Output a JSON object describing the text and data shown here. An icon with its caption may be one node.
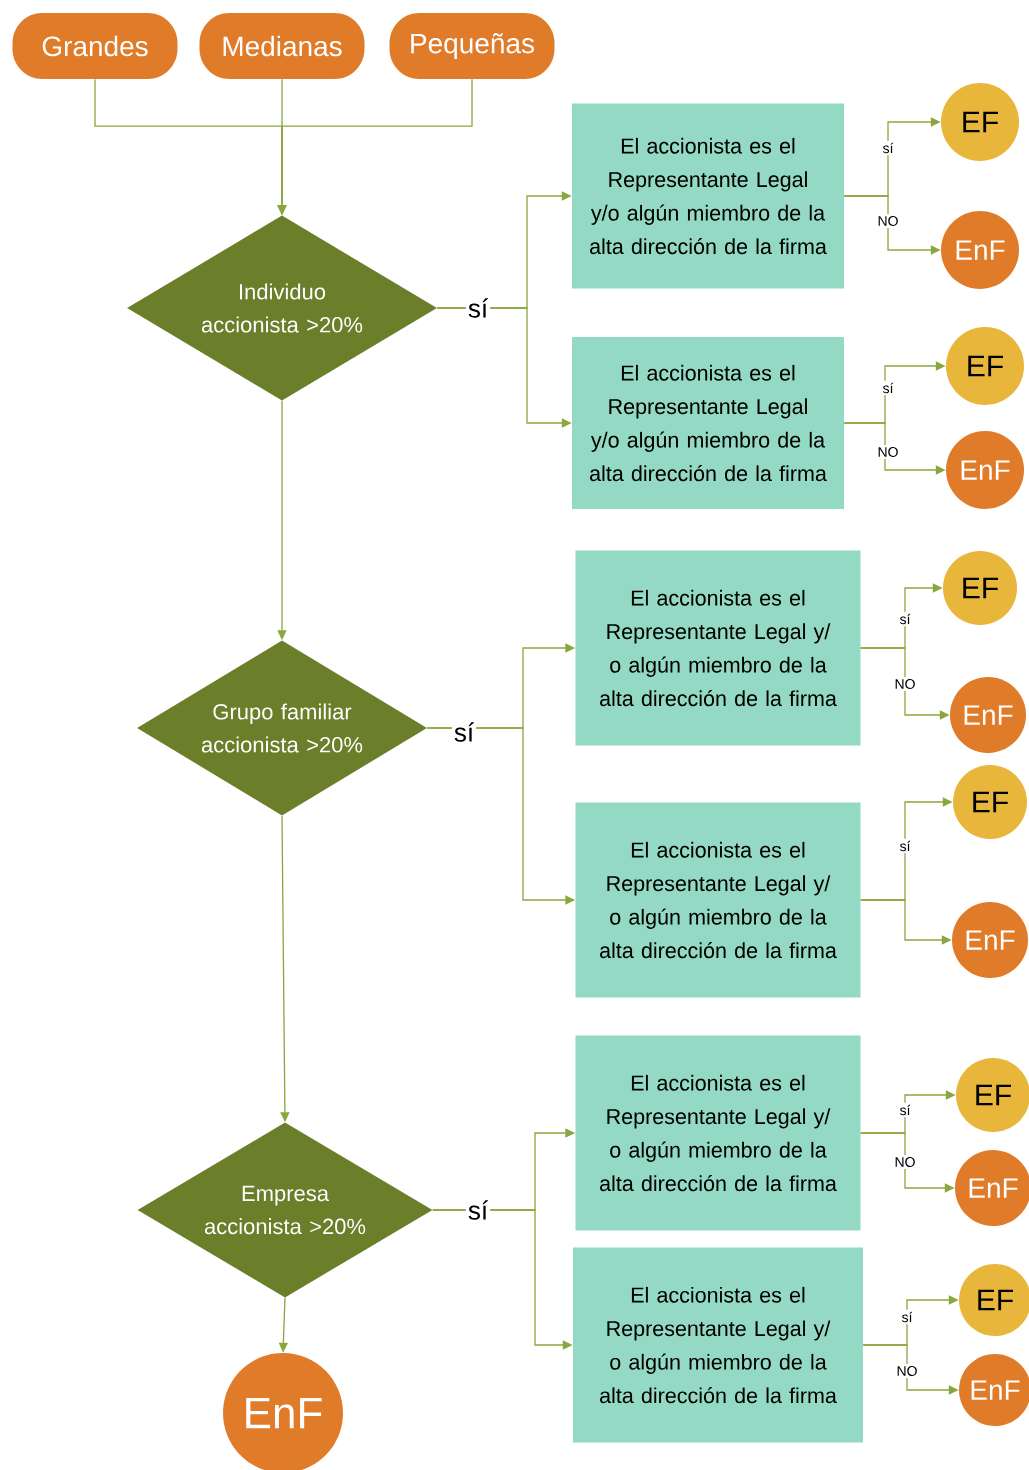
{
  "diagram": {
    "nodes": [
      {
        "text": [
          "Grandes"
        ]
      },
      {
        "text": [
          "Medianas"
        ]
      },
      {
        "text": [
          "Pequeñas"
        ]
      },
      {
        "text": [
          "Individuo accionista >20%"
        ]
      },
      {
        "text": [
          "El accionista es el Representante Legal y/o algún miembro de la alta dirección de la firma"
        ]
      },
      {
        "text": [
          "EF"
        ]
      },
      {
        "text": [
          "EnF"
        ]
      },
      {
        "text": [
          "El accionista es el Representante Legal y/o algún miembro de la alta dirección de la firma"
        ]
      },
      {
        "text": [
          "EF"
        ]
      },
      {
        "text": [
          "EnF"
        ]
      },
      {
        "text": [
          "Grupo familiar accionista >20%"
        ]
      },
      {
        "text": [
          "El accionista es el Representante Legal y/ o algún miembro de la alta dirección de la firma"
        ]
      },
      {
        "text": [
          "EF"
        ]
      },
      {
        "text": [
          "EnF"
        ]
      },
      {
        "text": [
          "El accionista es el Representante Legal y/ o algún miembro de la alta dirección de la firma"
        ]
      },
      {
        "text": [
          "EF"
        ]
      },
      {
        "text": [
          "EnF"
        ]
      },
      {
        "text": [
          "Empresa accionista >20%"
        ]
      },
      {
        "text": [
          "El accionista es el Representante Legal y/ o algún miembro de la alta dirección de la firma"
        ]
      },
      {
        "text": [
          "EF"
        ]
      },
      {
        "text": [
          "EnF"
        ]
      },
      {
        "text": [
          "El accionista es el Representante Legal y/ o algún miembro de la alta dirección de la firma"
        ]
      },
      {
        "text": [
          "EF"
        ]
      },
      {
        "text": [
          "EnF"
        ]
      },
      {
        "text": [
          "EnF"
        ]
      }
    ],
    "edges": [
      {
        "from": 0,
        "to": 3,
        "arrow": "to"
      },
      {
        "from": 1,
        "to": 3,
        "arrow": "to"
      },
      {
        "from": 2,
        "to": 3,
        "arrow": "to"
      },
      {
        "from": 3,
        "to": 4,
        "arrow": "to",
        "label": "sí"
      },
      {
        "from": 3,
        "to": 7,
        "arrow": "to"
      },
      {
        "from": 4,
        "to": 5,
        "arrow": "to",
        "label": "sí"
      },
      {
        "from": 4,
        "to": 6,
        "arrow": "to",
        "label": "NO"
      },
      {
        "from": 7,
        "to": 8,
        "arrow": "to",
        "label": "sí"
      },
      {
        "from": 7,
        "to": 9,
        "arrow": "to",
        "label": "NO"
      },
      {
        "from": 3,
        "to": 10,
        "arrow": "to"
      },
      {
        "from": 10,
        "to": 11,
        "arrow": "to",
        "label": "sí"
      },
      {
        "from": 10,
        "to": 14,
        "arrow": "to"
      },
      {
        "from": 11,
        "to": 12,
        "arrow": "to",
        "label": "sí"
      },
      {
        "from": 11,
        "to": 13,
        "arrow": "to",
        "label": "NO"
      },
      {
        "from": 14,
        "to": 15,
        "arrow": "to",
        "label": "sí"
      },
      {
        "from": 14,
        "to": 16,
        "arrow": "to"
      },
      {
        "from": 10,
        "to": 17,
        "arrow": "to"
      },
      {
        "from": 17,
        "to": 18,
        "arrow": "to",
        "label": "sí"
      },
      {
        "from": 17,
        "to": 21,
        "arrow": "to"
      },
      {
        "from": 18,
        "to": 19,
        "arrow": "to",
        "label": "sí"
      },
      {
        "from": 18,
        "to": 20,
        "arrow": "to",
        "label": "NO"
      },
      {
        "from": 21,
        "to": 22,
        "arrow": "to",
        "label": "sí"
      },
      {
        "from": 21,
        "to": 23,
        "arrow": "to",
        "label": "NO"
      },
      {
        "from": 17,
        "to": 24,
        "arrow": "to"
      }
    ]
  }
}
